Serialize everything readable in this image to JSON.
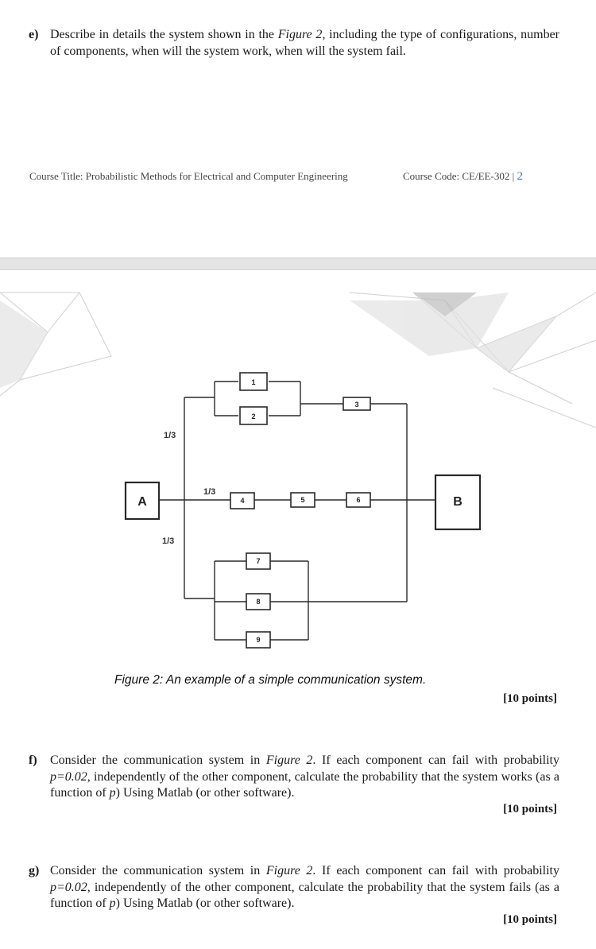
{
  "question_e": {
    "label": "e)",
    "text_before": "Describe in details the system shown in the ",
    "figure_ref": "Figure 2",
    "text_after": ", including the type of configurations, number of components, when will the system work, when will the system fail."
  },
  "footer": {
    "course_title": "Course Title: Probabilistic Methods for Electrical and Computer Engineering",
    "course_code": "Course Code: CE/EE-302",
    "separator": " | ",
    "page_number": "2"
  },
  "diagram": {
    "terminal_a": "A",
    "terminal_b": "B",
    "branch_top_label": "1/3",
    "branch_middle_label": "1/3",
    "branch_bottom_label": "1/3",
    "components": [
      "1",
      "2",
      "3",
      "4",
      "5",
      "6",
      "7",
      "8",
      "9"
    ]
  },
  "figure_caption": "Figure 2: An example of a simple communication system.",
  "points_e": "[10 points]",
  "question_f": {
    "label": "f)",
    "p1": "Consider the communication system in ",
    "figure_ref": "Figure 2",
    "p2": ". If each component can fail with probability ",
    "p_value": "p=0.02",
    "p3": ", independently of the other component, calculate the probability that the system works (as a function of ",
    "p_var": "p",
    "p4": ") Using Matlab (or other software)."
  },
  "points_f": "[10 points]",
  "question_g": {
    "label": "g)",
    "p1": "Consider the communication system in ",
    "figure_ref": "Figure 2",
    "p2": ". If each component can fail with probability ",
    "p_value": "p=0.02",
    "p3": ", independently of the other component, calculate the probability that the system fails (as a function of ",
    "p_var": "p",
    "p4": ") Using Matlab (or other software)."
  },
  "points_g": "[10 points]"
}
